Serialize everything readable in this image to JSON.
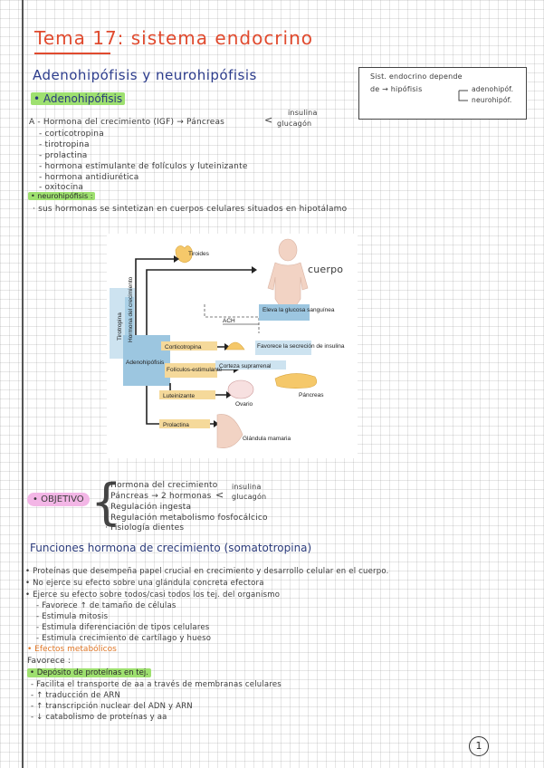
{
  "title": "Tema 17: sistema endocrino",
  "subtitle": "Adenohipófisis y neurohipófisis",
  "box": {
    "line1": "Sist. endocrino depende",
    "line2": "de → hipófisis",
    "branch1": "adenohipóf.",
    "branch2": "neurohipóf."
  },
  "adeno": {
    "heading": "• Adenohipófisis",
    "first_item": "A - Hormona del crecimiento (IGF) → Páncreas",
    "first_branch_top": "insulina",
    "first_branch_bottom": "glucagón",
    "items": [
      "- corticotropina",
      "- tirotropina",
      "- prolactina",
      "- hormona estimulante de folículos y luteinizante",
      "- hormona antidiurética",
      "- oxitocina"
    ]
  },
  "neuro": {
    "heading": "• neurohipófisis :",
    "text": "· sus hormonas se sintetizan en cuerpos celulares situados en hipotálamo"
  },
  "figure": {
    "annotation": "cuerpo",
    "labels": {
      "tiroides": "Tiroides",
      "tirotropina": "Tirotropina",
      "hormona_crecimiento": "Hormona del crecimiento",
      "adenohipofisis": "Adenohipófisis",
      "eleva": "Eleva la glucosa sanguínea",
      "ach": "ACH",
      "corticotropina": "Corticotropina",
      "favorece": "Favorece la secreción de insulina",
      "corteza": "Corteza suprarrenal",
      "foliculos": "Folículos-estimulante",
      "pancreas": "Páncreas",
      "luteinizante": "Luteinizante",
      "ovario": "Ovario",
      "prolactina": "Prolactina",
      "glandula": "Glándula mamaria"
    }
  },
  "objetivo": {
    "label": "• OBJETIVO",
    "items": [
      "· Hormona del crecimiento",
      "· Páncreas → 2 hormonas",
      "· Regulación ingesta",
      "· Regulación metabolismo fosfocálcico",
      "· Fisiología dientes"
    ],
    "branch_top": "insulina",
    "branch_bottom": "glucagón"
  },
  "funciones": {
    "title": "Funciones hormona de crecimiento (somatotropina)",
    "lines": [
      "• Proteínas que desempeña papel crucial en crecimiento y desarrollo celular en el cuerpo.",
      "• No ejerce su efecto sobre una glándula concreta efectora",
      "• Ejerce su efecto sobre todos/casi todos los tej. del organismo",
      "  - Favorece ↑ de tamaño de células",
      "  - Estimula mitosis",
      "  - Estimula diferenciación de tipos celulares",
      "  - Estimula crecimiento de cartílago y hueso"
    ]
  },
  "efectos": {
    "heading": "• Efectos metabólicos",
    "favorece": "Favorece :",
    "deposito": "• Depósito de proteínas en tej.",
    "items": [
      "- Facilita el transporte de aa a través de membranas celulares",
      "- ↑ traducción de ARN",
      "- ↑ transcripción nuclear del ADN y ARN",
      "- ↓ catabolismo de proteínas y aa"
    ]
  },
  "page_number": "1",
  "colors": {
    "title": "#e04a2e",
    "heading_blue": "#2a3a7a",
    "highlight_green": "#9ee06f",
    "highlight_pink": "#f3b6e6",
    "efectos_orange": "#e07828",
    "figure_blue": "#9cc6e0",
    "figure_yellow": "#f5d99a"
  }
}
